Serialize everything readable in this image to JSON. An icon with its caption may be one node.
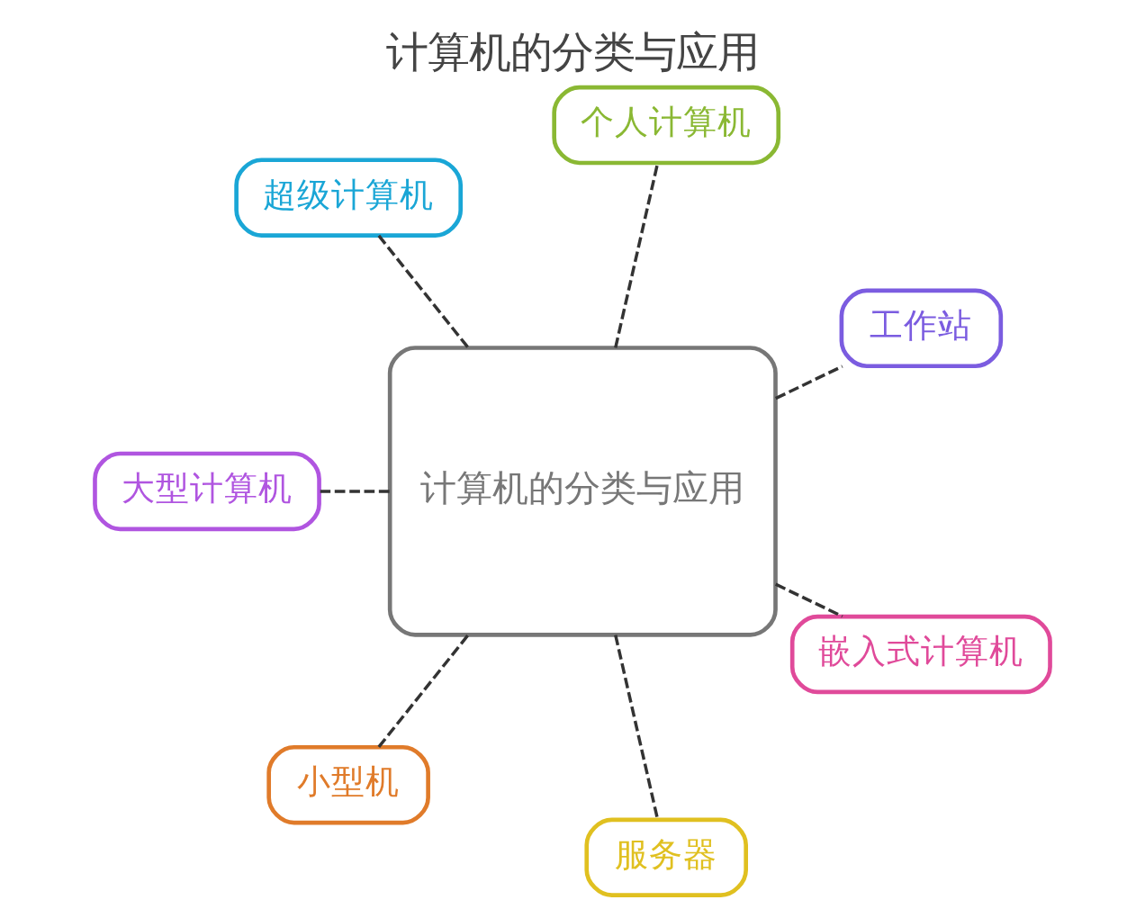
{
  "diagram": {
    "title": "计算机的分类与应用",
    "nodes": [
      {
        "text": [
          "计算机的分类与应用"
        ]
      },
      {
        "text": [
          "工作站"
        ]
      },
      {
        "text": [
          "个人计算机"
        ]
      },
      {
        "text": [
          "超级计算机"
        ]
      },
      {
        "text": [
          "大型计算机"
        ]
      },
      {
        "text": [
          "小型机"
        ]
      },
      {
        "text": [
          "服务器"
        ]
      },
      {
        "text": [
          "嵌入式计算机"
        ]
      }
    ],
    "edges": [
      {
        "from": 0,
        "to": 1,
        "arrow": "none",
        "style": "dashed"
      },
      {
        "from": 0,
        "to": 2,
        "arrow": "none",
        "style": "dashed"
      },
      {
        "from": 0,
        "to": 3,
        "arrow": "none",
        "style": "dashed"
      },
      {
        "from": 0,
        "to": 4,
        "arrow": "none",
        "style": "dashed"
      },
      {
        "from": 0,
        "to": 5,
        "arrow": "none",
        "style": "dashed"
      },
      {
        "from": 0,
        "to": 6,
        "arrow": "none",
        "style": "dashed"
      },
      {
        "from": 0,
        "to": 7,
        "arrow": "none",
        "style": "dashed"
      }
    ]
  }
}
